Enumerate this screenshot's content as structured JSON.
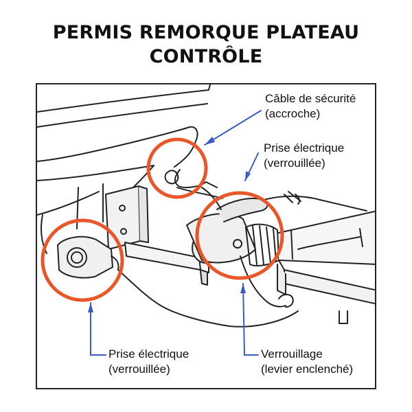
{
  "title": {
    "line1": "PERMIS REMORQUE PLATEAU",
    "line2": "CONTRÔLE"
  },
  "callouts": {
    "safety_cable": {
      "line1": "Câble de sécurité",
      "line2": "(accroche)"
    },
    "plug_top": {
      "line1": "Prise électrique",
      "line2": "(verrouillée)"
    },
    "plug_left": {
      "line1": "Prise électrique",
      "line2": "(verrouillée)"
    },
    "lock": {
      "line1": "Verrouillage",
      "line2": "(levier enclenché)"
    }
  },
  "colors": {
    "highlight_circle": "#e8562a",
    "leader_line": "#3a5bc7",
    "ink": "#222222"
  }
}
